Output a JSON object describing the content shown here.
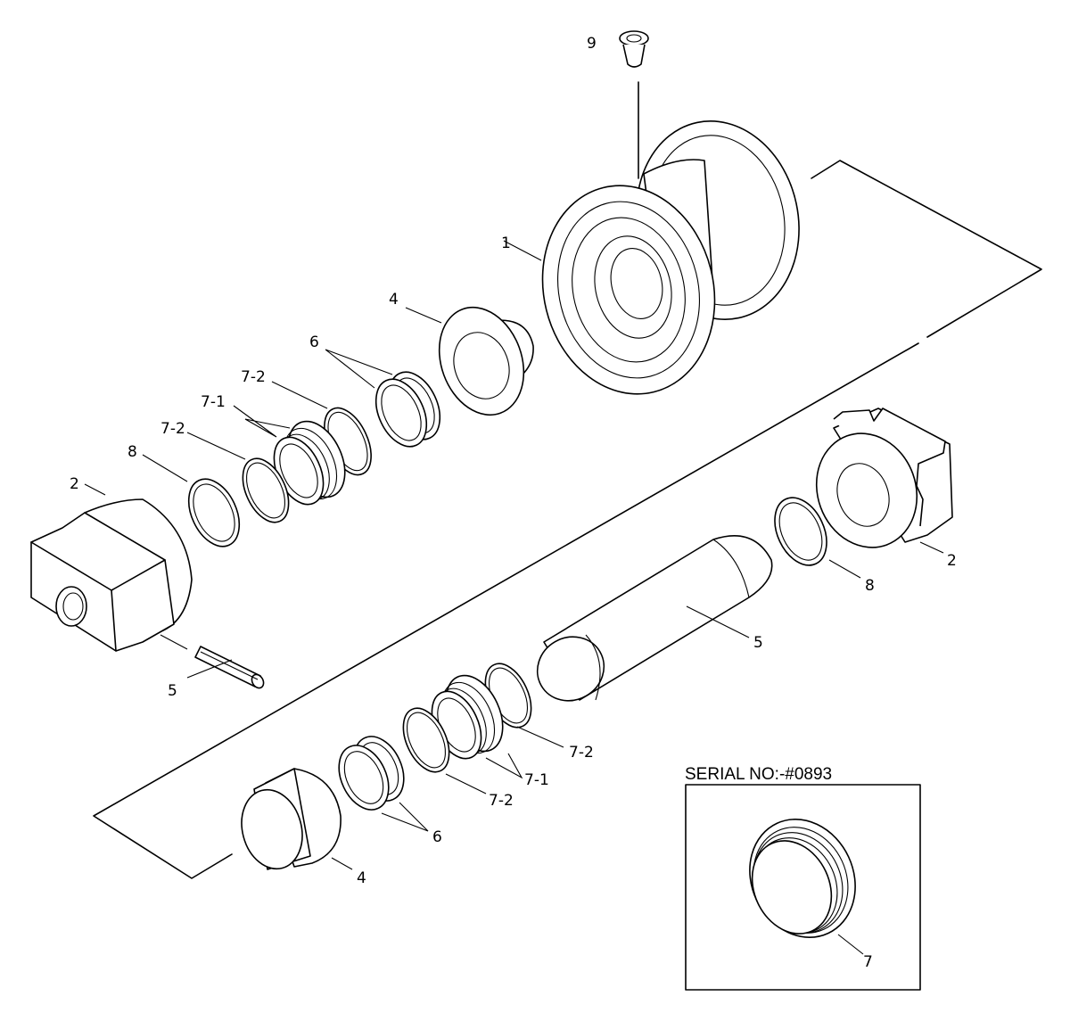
{
  "inset": {
    "serial": "SERIAL NO:-#0893"
  },
  "labels": {
    "roller_body": "1",
    "collar_left": "2",
    "collar_right": "2",
    "bushing_upper": "4",
    "bushing_lower": "4",
    "pin": "5",
    "shaft": "5",
    "oring_upper": "6",
    "oring_lower": "6",
    "seal_upper_a": "7-2",
    "seal_upper_b": "7-1",
    "seal_upper_c": "7-2",
    "seal_lower_a": "7-2",
    "seal_lower_b": "7-1",
    "seal_lower_c": "7-2",
    "ring_left": "8",
    "ring_right": "8",
    "plug": "9",
    "inset_seal": "7"
  }
}
